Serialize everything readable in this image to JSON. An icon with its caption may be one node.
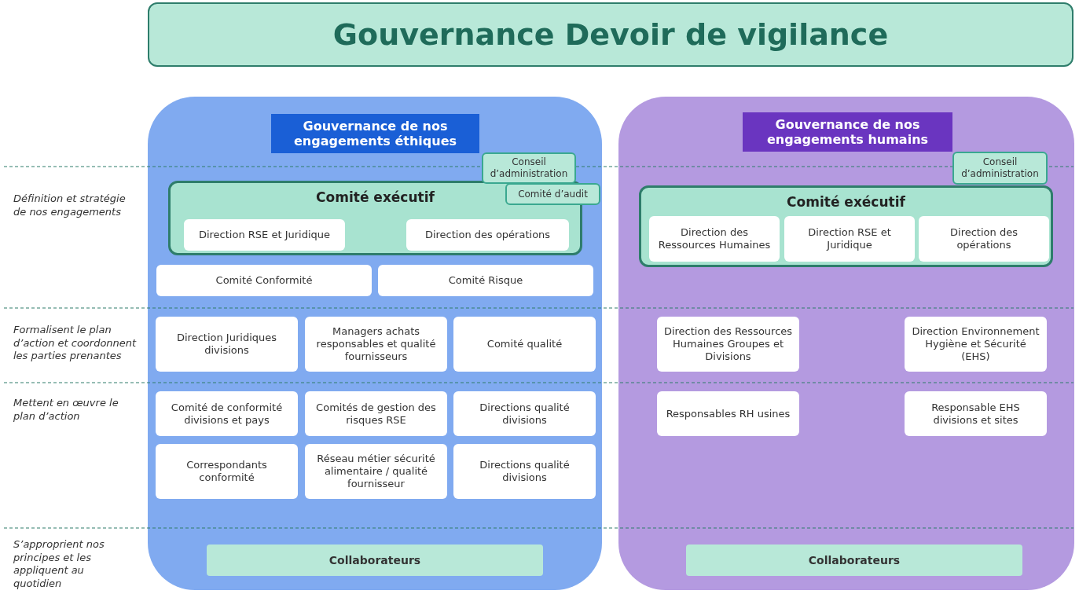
{
  "diagram": {
    "title": "Gouvernance Devoir de vigilance",
    "nodes": [
      {
        "text": [
          "Gouvernance de nos engagements éthiques"
        ]
      },
      {
        "text": [
          "Conseil d’administration"
        ],
        "in": 0
      },
      {
        "text": [
          "Comité exécutif"
        ],
        "in": 0
      },
      {
        "text": [
          "Comité d’audit"
        ],
        "in": 0
      },
      {
        "text": [
          "Direction RSE et Juridique"
        ],
        "in": 2
      },
      {
        "text": [
          "Direction des opérations"
        ],
        "in": 2
      },
      {
        "text": [
          "Comité Conformité"
        ],
        "in": 0
      },
      {
        "text": [
          "Comité Risque"
        ],
        "in": 0
      },
      {
        "text": [
          "Direction Juridiques divisions"
        ],
        "in": 0
      },
      {
        "text": [
          "Managers achats responsables et qualité fournisseurs"
        ],
        "in": 0
      },
      {
        "text": [
          "Comité qualité"
        ],
        "in": 0
      },
      {
        "text": [
          "Comité de conformité divisions et pays"
        ],
        "in": 0
      },
      {
        "text": [
          "Comités de gestion des risques RSE"
        ],
        "in": 0
      },
      {
        "text": [
          "Directions qualité divisions"
        ],
        "in": 0
      },
      {
        "text": [
          "Correspondants conformité"
        ],
        "in": 0
      },
      {
        "text": [
          "Réseau métier sécurité alimentaire / qualité fournisseur"
        ],
        "in": 0
      },
      {
        "text": [
          "Directions qualité divisions"
        ],
        "in": 0
      },
      {
        "text": [
          "Collaborateurs"
        ],
        "in": 0
      },
      {
        "text": [
          "Gouvernance de nos engagements humains"
        ]
      },
      {
        "text": [
          "Conseil d’administration"
        ],
        "in": 18
      },
      {
        "text": [
          "Comité exécutif"
        ],
        "in": 18
      },
      {
        "text": [
          "Direction des Ressources Humaines"
        ],
        "in": 20
      },
      {
        "text": [
          "Direction RSE et Juridique"
        ],
        "in": 20
      },
      {
        "text": [
          "Direction des opérations"
        ],
        "in": 20
      },
      {
        "text": [
          "Direction des Ressources Humaines Groupes et Divisions"
        ],
        "in": 18
      },
      {
        "text": [
          "Direction Environnement Hygiène et Sécurité (EHS)"
        ],
        "in": 18
      },
      {
        "text": [
          "Responsables RH usines"
        ],
        "in": 18
      },
      {
        "text": [
          "Responsable EHS divisions et sites"
        ],
        "in": 18
      },
      {
        "text": [
          "Collaborateurs"
        ],
        "in": 18
      }
    ],
    "labels": [
      "Définition et stratégie de nos engagements",
      "Formalisent le plan d’action et coordonnent les parties prenantes",
      "Mettent en œuvre le plan d’action",
      "S’approprient nos principes et les appliquent au quotidien"
    ]
  }
}
